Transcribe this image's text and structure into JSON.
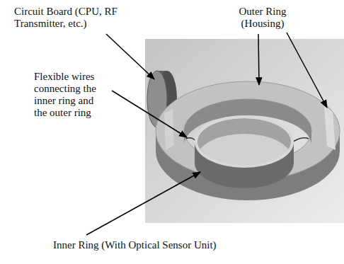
{
  "diagram": {
    "labels": [
      "Circuit Board (CPU, RF Transmitter, etc.)",
      "Outer Ring (Housing)",
      "Flexible wires connecting the inner ring and the outer ring",
      "Inner Ring (With Optical Sensor Unit)"
    ]
  }
}
